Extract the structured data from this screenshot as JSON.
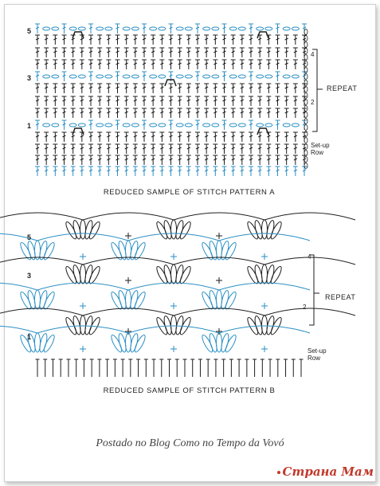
{
  "chart_a": {
    "caption": "REDUCED SAMPLE OF STITCH PATTERN A",
    "row_numbers_left": [
      "5",
      "3",
      "1"
    ],
    "row_numbers_right": [
      "4",
      "2"
    ],
    "repeat_label": "REPEAT",
    "setup_label": "Set-up\nRow"
  },
  "chart_b": {
    "caption": "REDUCED SAMPLE OF STITCH PATTERN B",
    "row_numbers_left": [
      "5",
      "3",
      "1"
    ],
    "row_numbers_right": [
      "4",
      "2"
    ],
    "repeat_label": "REPEAT",
    "setup_label": "Set-up\nRow"
  },
  "colors": {
    "ink": "#1e1e1e",
    "blue": "#2a8fc4"
  },
  "blog_credit": "Postado no Blog Como no Tempo da Vovó",
  "watermark": "Страна Мам"
}
